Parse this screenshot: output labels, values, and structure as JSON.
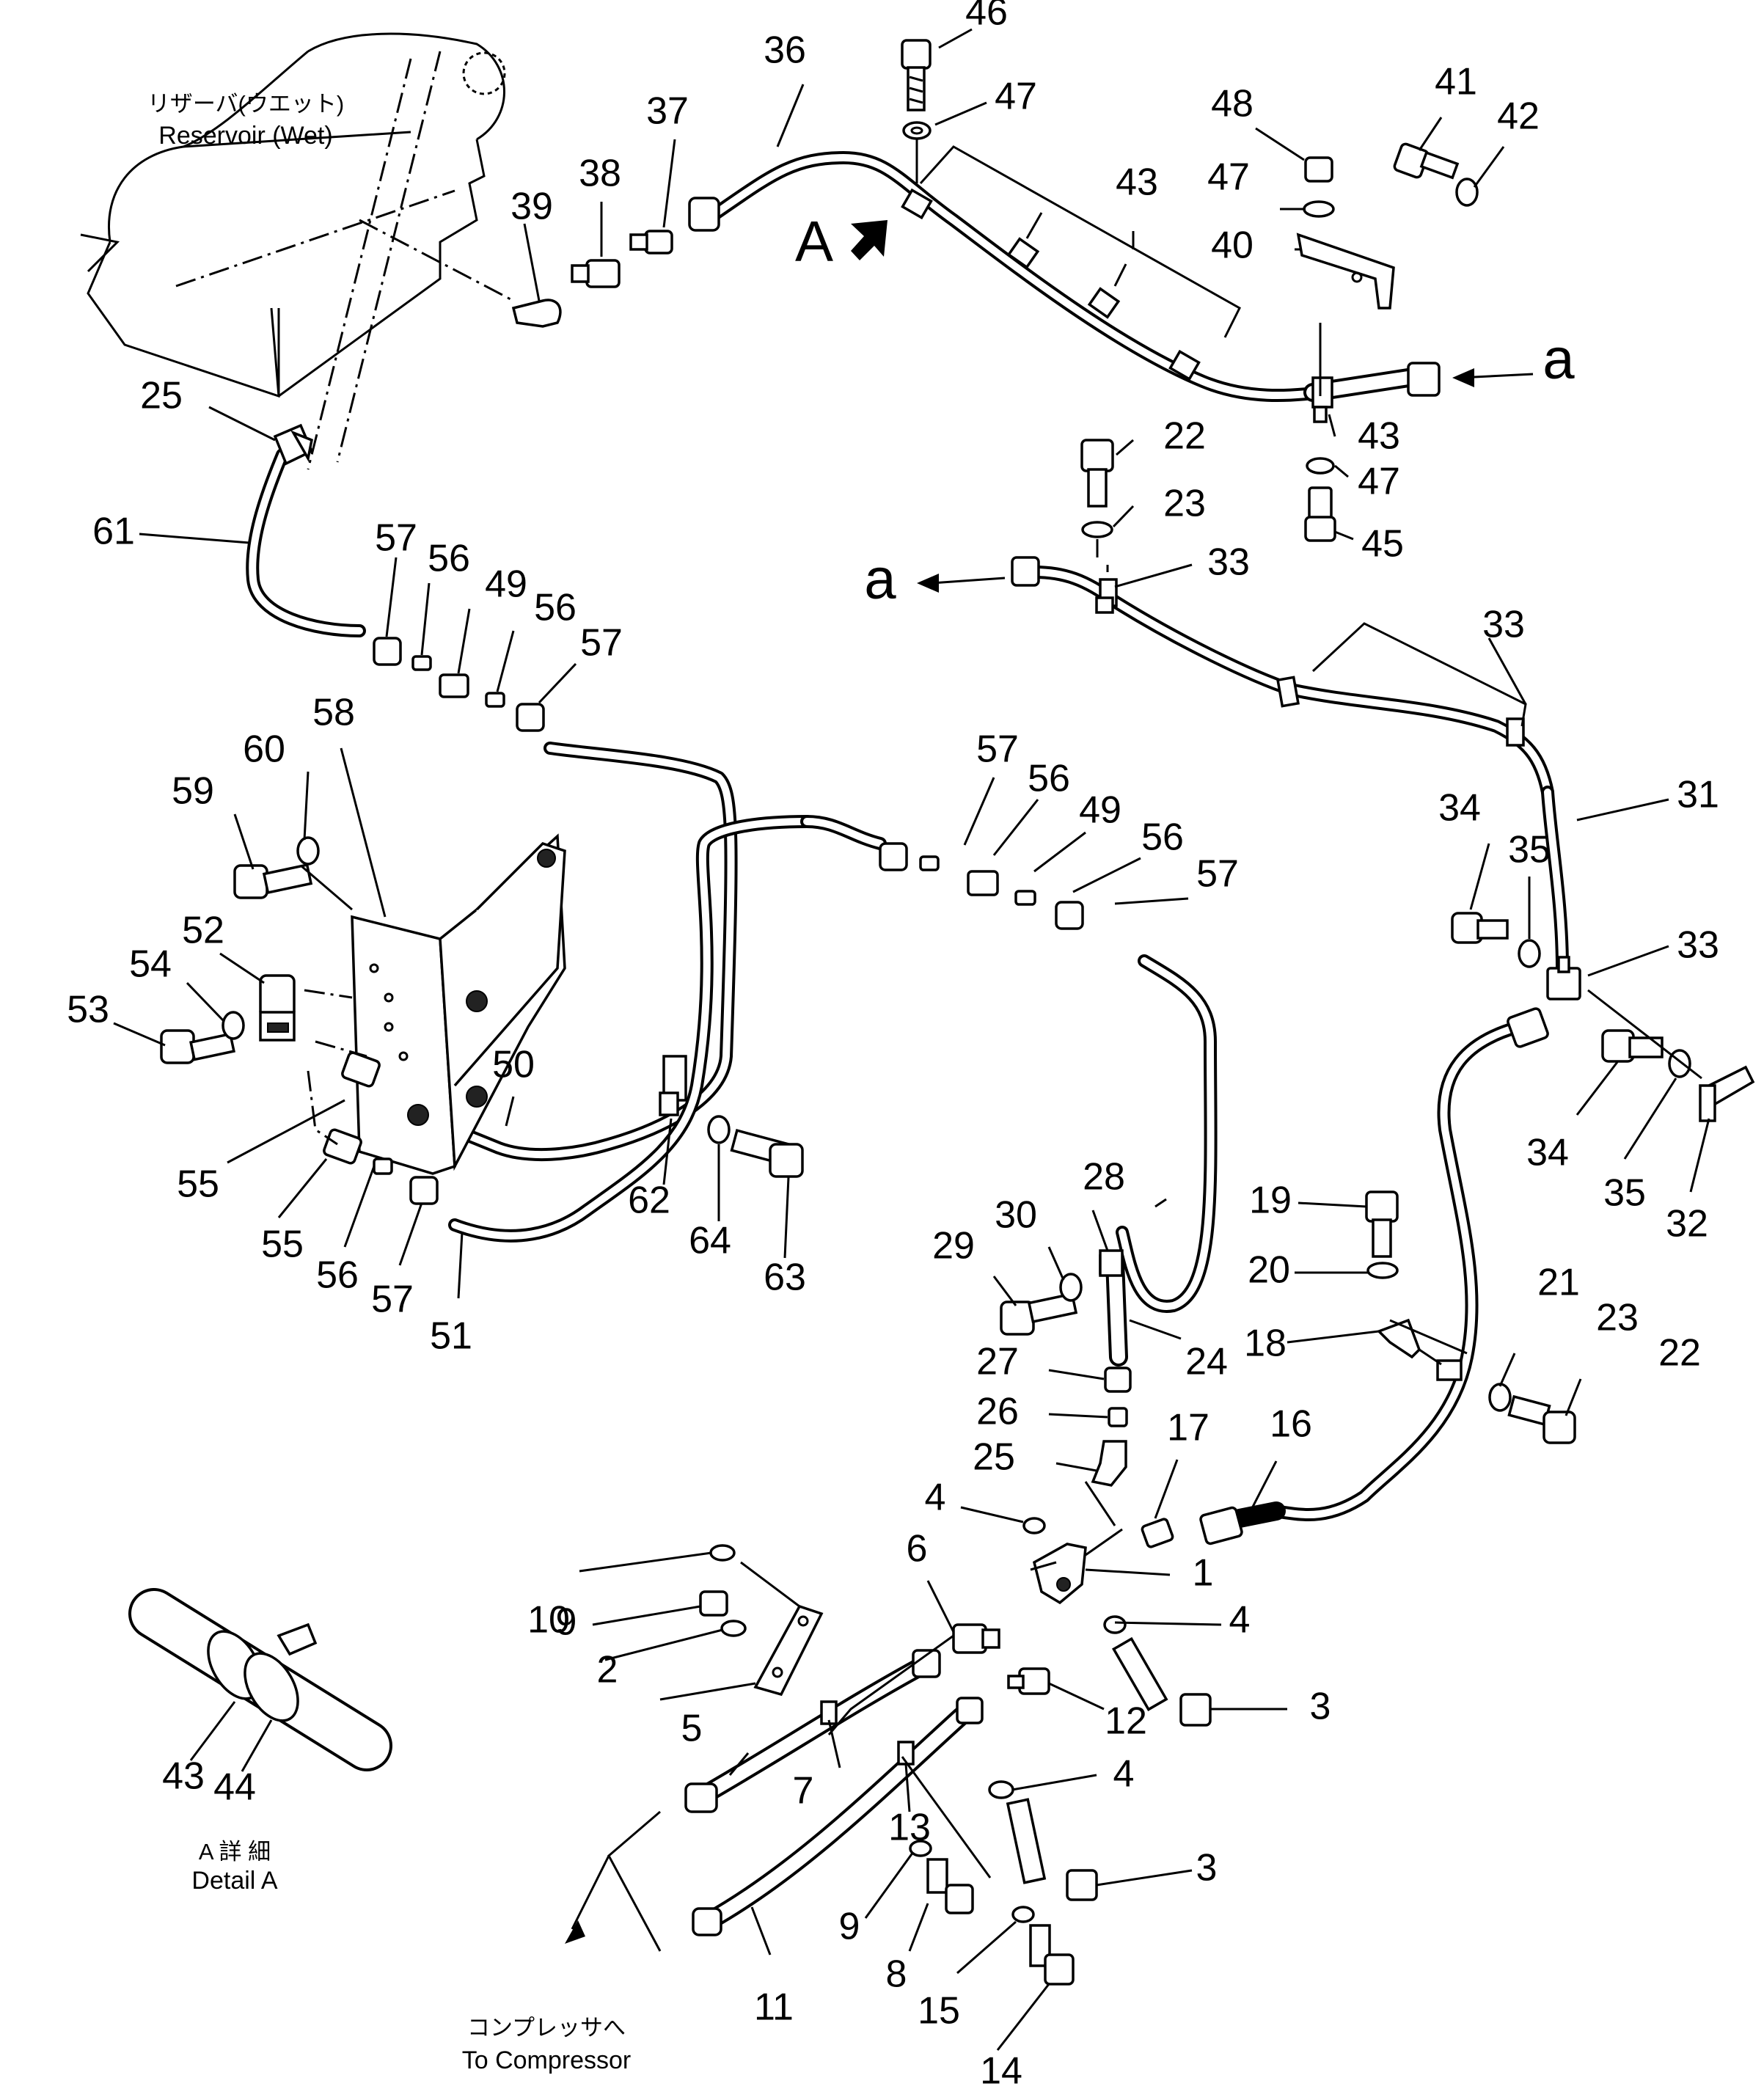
{
  "captions": {
    "reservoir_jp": "リザーバ(ウエット)",
    "reservoir_en": "Reservoir (Wet)",
    "detail_jp": "A 詳 細",
    "detail_en": "Detail A",
    "compressor_jp": "コンプレッサへ",
    "compressor_en": "To Compressor"
  },
  "view_arrow_label": "A",
  "connection_label": "a",
  "part_numbers": [
    "46",
    "36",
    "37",
    "38",
    "39",
    "47",
    "43",
    "48",
    "41",
    "42",
    "47",
    "40",
    "25",
    "61",
    "22",
    "43",
    "23",
    "47",
    "45",
    "33",
    "57",
    "56",
    "49",
    "56",
    "57",
    "33",
    "58",
    "60",
    "59",
    "52",
    "54",
    "53",
    "34",
    "35",
    "31",
    "33",
    "57",
    "56",
    "49",
    "56",
    "57",
    "50",
    "55",
    "62",
    "64",
    "63",
    "55",
    "56",
    "57",
    "51",
    "34",
    "35",
    "32",
    "28",
    "30",
    "29",
    "19",
    "20",
    "24",
    "27",
    "26",
    "21",
    "23",
    "22",
    "18",
    "17",
    "16",
    "25",
    "4",
    "1",
    "6",
    "4",
    "10",
    "9",
    "2",
    "5",
    "12",
    "3",
    "4",
    "7",
    "13",
    "3",
    "9",
    "8",
    "15",
    "11",
    "14",
    "43",
    "44"
  ]
}
